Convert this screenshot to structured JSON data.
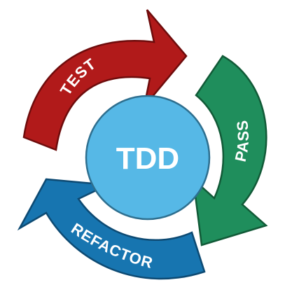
{
  "center": {
    "label": "TDD",
    "fill": "#56b8e6",
    "stroke": "#2e6f8f"
  },
  "steps": [
    {
      "label": "TEST",
      "fill": "#b11a1a",
      "stroke": "#6e0c0c"
    },
    {
      "label": "PASS",
      "fill": "#1f8e5c",
      "stroke": "#115a37"
    },
    {
      "label": "REFACTOR",
      "fill": "#1775b0",
      "stroke": "#0d4a73"
    }
  ]
}
